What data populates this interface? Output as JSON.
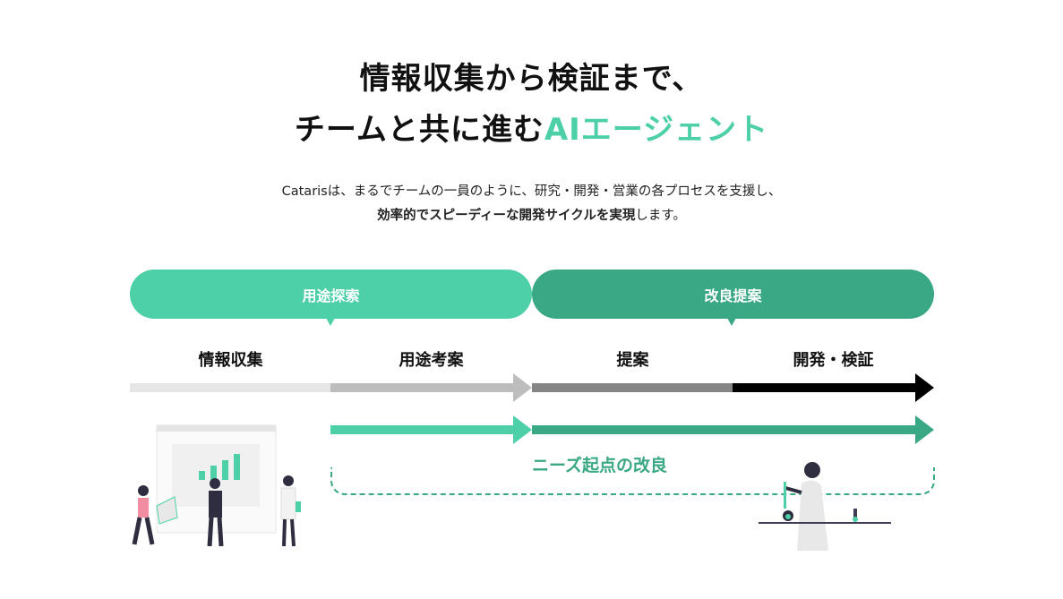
{
  "hero": {
    "title_line1": "情報収集から検証まで、",
    "title_line2_prefix": "チームと共に進む",
    "title_line2_accent": "AIエージェント",
    "description_line1": "Catarisは、まるでチームの一員のように、研究・開発・営業の各プロセスを支援し、",
    "description_line2_bold": "効率的でスピーディーな開発サイクルを実現",
    "description_line2_rest": "します。"
  },
  "phases": [
    {
      "label": "用途探索",
      "color": "#4dd0a8"
    },
    {
      "label": "改良提案",
      "color": "#3aa884"
    }
  ],
  "steps": [
    "情報収集",
    "用途考案",
    "提案",
    "開発・検証"
  ],
  "loop_label": "ニーズ起点の改良",
  "colors": {
    "light_green": "#4dd0a8",
    "dark_green": "#3aa884"
  }
}
